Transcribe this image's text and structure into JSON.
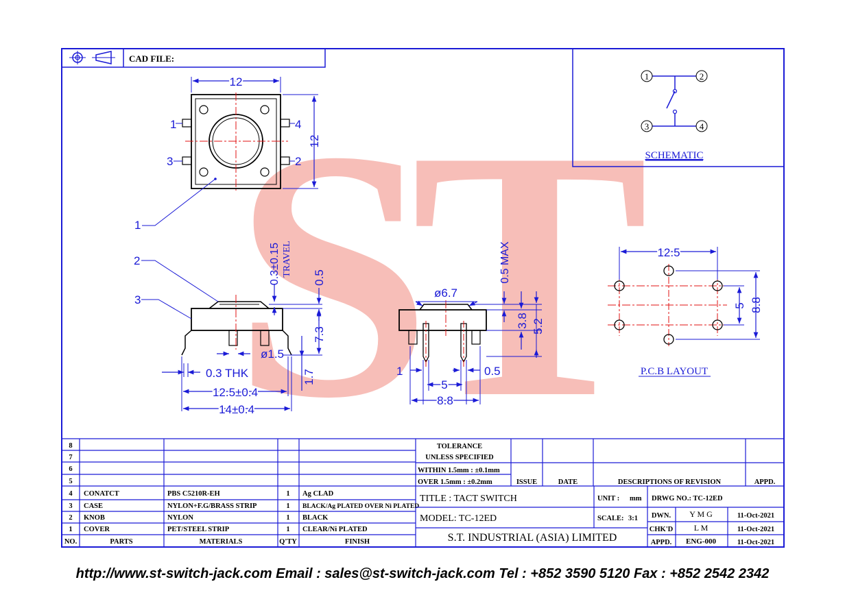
{
  "header": {
    "cad_label": "CAD FILE:"
  },
  "schematic": {
    "pins": [
      "1",
      "2",
      "3",
      "4"
    ],
    "label": "SCHEMATIC"
  },
  "top_view": {
    "width": "12",
    "height": "12",
    "pins": [
      "1",
      "4",
      "3",
      "2"
    ],
    "callout": "1"
  },
  "side_view": {
    "callouts": [
      "2",
      "3"
    ],
    "travel_1": "0.3±0.15",
    "travel_2": "TRAVEL",
    "top_offset": "0.5",
    "height": "7.3",
    "leg": "1.7",
    "pin_dia": "ø1.5",
    "thickness": "0.3 THK",
    "span_1": "12.5±0.4",
    "span_2": "14±0.4"
  },
  "front_view": {
    "button_dia": "ø6.7",
    "max": "0.5 MAX",
    "h1": "3.8",
    "h2": "5.2",
    "pin_w": "1",
    "pin_t": "0.5",
    "pitch": "5",
    "width": "8.8"
  },
  "pcb": {
    "w": "12.5",
    "pitch": "5",
    "h": "8.8",
    "label": "P.C.B LAYOUT"
  },
  "watermark": "ST",
  "parts_table": {
    "headers": [
      "NO.",
      "PARTS",
      "MATERIALS",
      "Q'TY",
      "FINISH"
    ],
    "rows": [
      {
        "no": "8",
        "part": "",
        "material": "",
        "qty": "",
        "finish": ""
      },
      {
        "no": "7",
        "part": "",
        "material": "",
        "qty": "",
        "finish": ""
      },
      {
        "no": "6",
        "part": "",
        "material": "",
        "qty": "",
        "finish": ""
      },
      {
        "no": "5",
        "part": "",
        "material": "",
        "qty": "",
        "finish": ""
      },
      {
        "no": "4",
        "part": "CONATCT",
        "material": "PBS C5210R-EH",
        "qty": "1",
        "finish": "Ag CLAD"
      },
      {
        "no": "3",
        "part": "CASE",
        "material": "NYLON+F.G/BRASS STRIP",
        "qty": "1",
        "finish": "BLACK/Ag PLATED OVER Ni PLATED"
      },
      {
        "no": "2",
        "part": "KNOB",
        "material": "NYLON",
        "qty": "1",
        "finish": "BLACK"
      },
      {
        "no": "1",
        "part": "COVER",
        "material": "PET/STEEL STRIP",
        "qty": "1",
        "finish": "CLEAR/Ni PLATED"
      }
    ]
  },
  "tolerance": {
    "l1": "TOLERANCE",
    "l2": "UNLESS  SPECIFIED",
    "l3": "WITHIN 1.5mm : ±0.1mm",
    "l4": "OVER 1.5mm : ±0.2mm"
  },
  "revision": {
    "issue": "ISSUE",
    "date": "DATE",
    "desc": "DESCRIPTIONS OF REVISION",
    "appd": "APPD."
  },
  "title_block": {
    "title": "TITLE : TACT SWITCH",
    "unit_label": "UNIT :",
    "unit": "mm",
    "drwg": "DRWG NO.: TC-12ED",
    "model": "MODEL: TC-12ED",
    "scale_label": "SCALE:",
    "scale": "3:1",
    "company": "S.T.  INDUSTRIAL  (ASIA)  LIMITED",
    "dwn_label": "DWN.",
    "dwn": "Y M G",
    "dwn_date": "11-Oct-2021",
    "chkd_label": "CHK'D",
    "chkd": "L M",
    "chkd_date": "11-Oct-2021",
    "appd_label": "APPD.",
    "appd": "ENG-000",
    "appd_date": "11-Oct-2021"
  },
  "footer": "http://www.st-switch-jack.com  Email : sales@st-switch-jack.com  Tel : +852 3590 5120  Fax : +852 2542 2342",
  "colors": {
    "line": "#1a1ad6",
    "center": "#e01010",
    "watermark": "#f6b3ac",
    "text": "#000000"
  }
}
